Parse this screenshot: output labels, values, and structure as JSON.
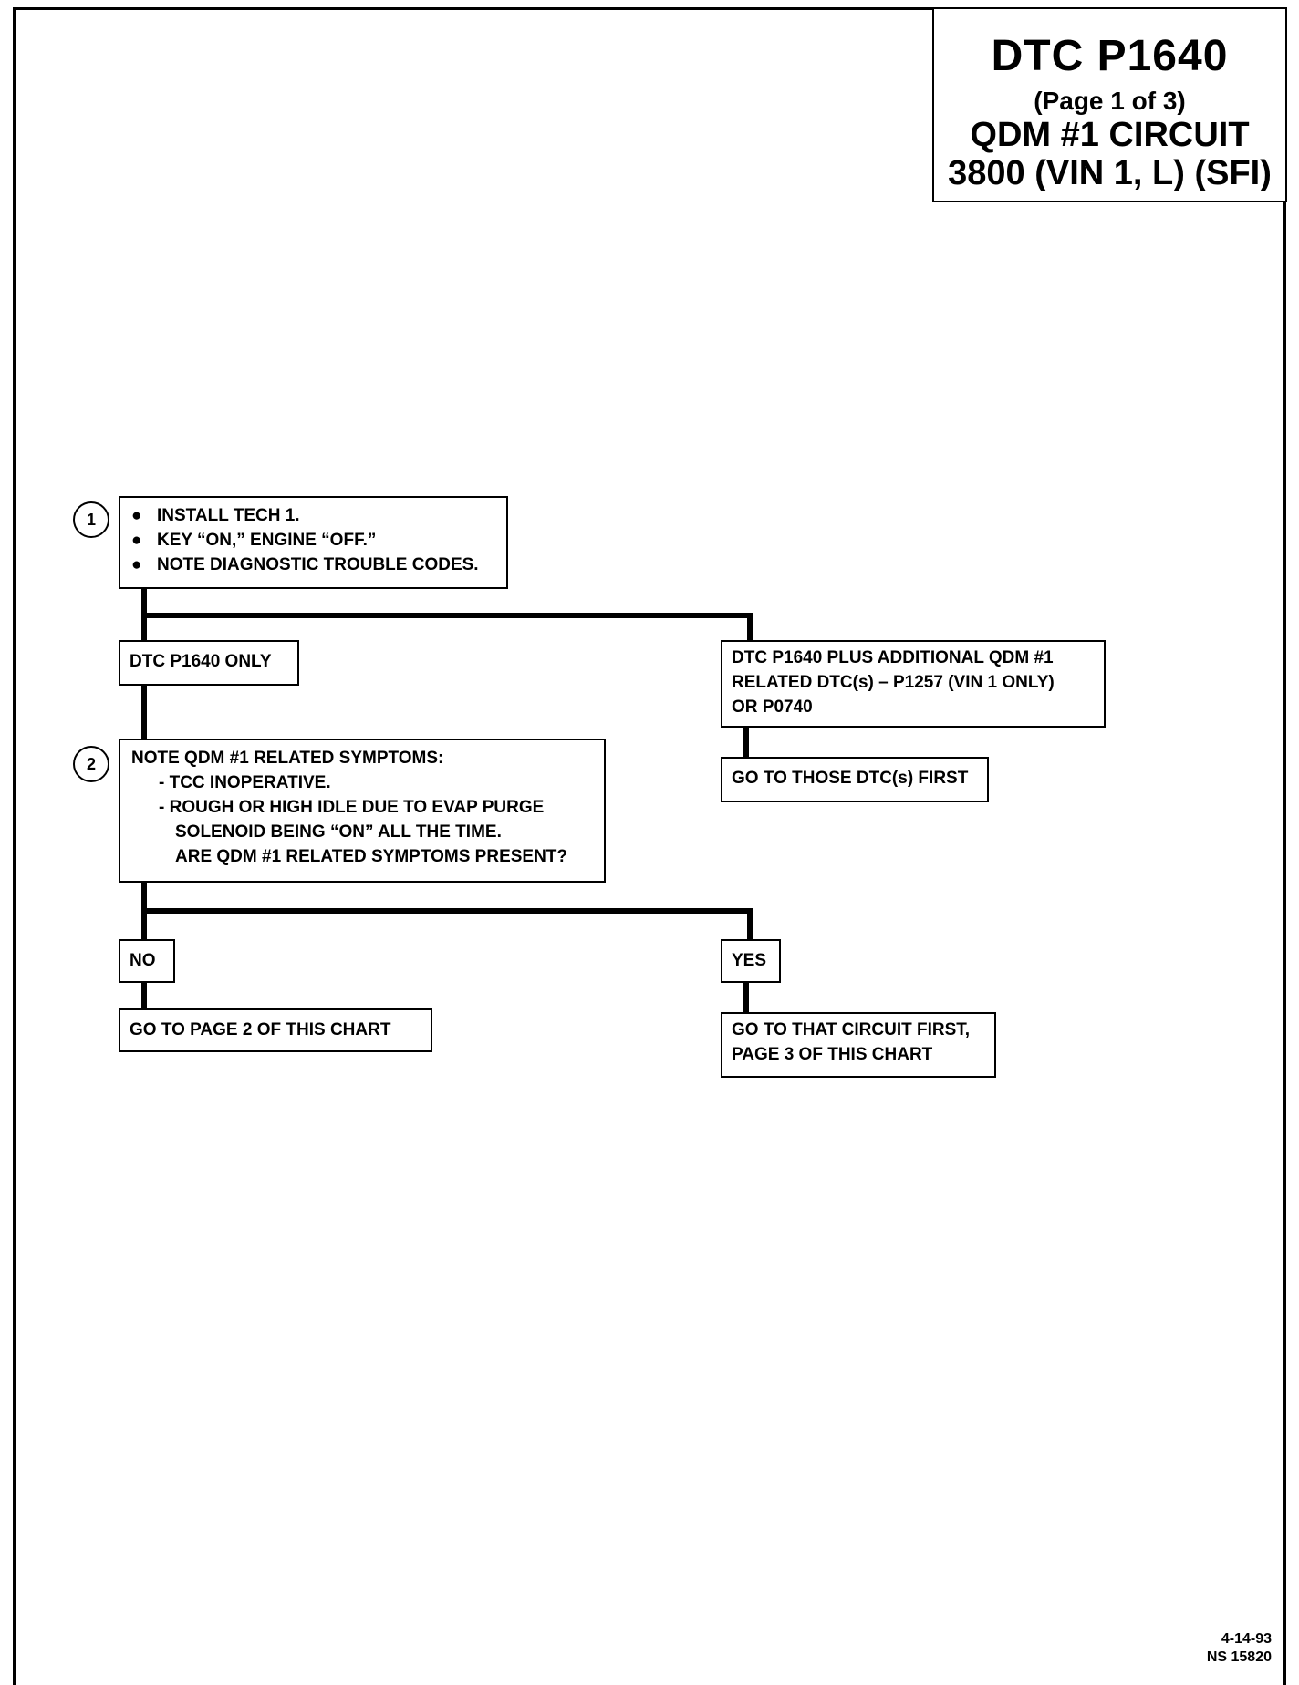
{
  "header": {
    "title": "DTC P1640",
    "page": "(Page 1 of 3)",
    "circuit": "QDM #1 CIRCUIT",
    "engine": "3800 (VIN 1, L) (SFI)"
  },
  "steps": {
    "step1": {
      "number": "1",
      "items": [
        "INSTALL TECH 1.",
        "KEY “ON,” ENGINE “OFF.”",
        "NOTE DIAGNOSTIC TROUBLE CODES."
      ]
    },
    "step2": {
      "number": "2",
      "heading": "NOTE QDM #1 RELATED SYMPTOMS:",
      "line1": "- TCC INOPERATIVE.",
      "line2": "- ROUGH OR HIGH IDLE DUE TO EVAP PURGE",
      "line3": "SOLENOID BEING “ON” ALL THE TIME.",
      "question": "ARE QDM #1 RELATED SYMPTOMS PRESENT?"
    }
  },
  "branches": {
    "only": "DTC P1640 ONLY",
    "plus_line1": "DTC P1640 PLUS ADDITIONAL QDM #1",
    "plus_line2": "RELATED DTC(s) – P1257 (VIN 1 ONLY)",
    "plus_line3": "OR P0740",
    "go_first": "GO TO THOSE DTC(s) FIRST",
    "no": "NO",
    "yes": "YES",
    "go_page2": "GO TO PAGE 2 OF THIS CHART",
    "go_circuit_line1": "GO TO THAT CIRCUIT FIRST,",
    "go_circuit_line2": "PAGE 3 OF THIS CHART"
  },
  "footer": {
    "date": "4-14-93",
    "code": "NS 15820"
  }
}
